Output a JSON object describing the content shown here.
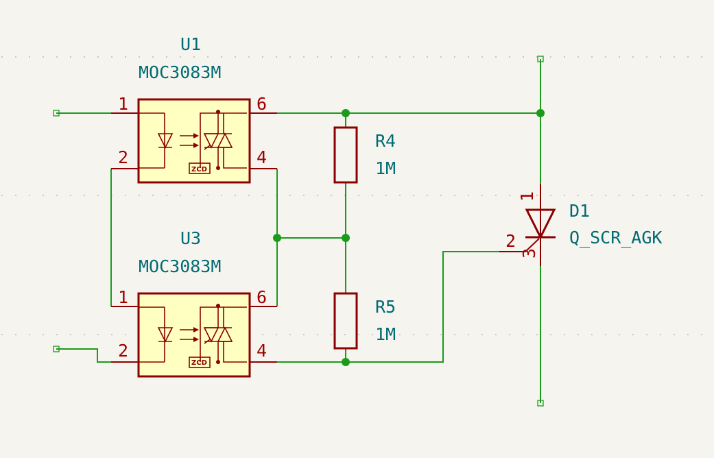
{
  "components": {
    "u1": {
      "ref": "U1",
      "value": "MOC3083M",
      "pin1": "1",
      "pin2": "2",
      "pin6": "6",
      "pin4": "4",
      "zcd": "ZCD"
    },
    "u3": {
      "ref": "U3",
      "value": "MOC3083M",
      "pin1": "1",
      "pin2": "2",
      "pin6": "6",
      "pin4": "4",
      "zcd": "ZCD"
    },
    "r4": {
      "ref": "R4",
      "value": "1M"
    },
    "r5": {
      "ref": "R5",
      "value": "1M"
    },
    "d1": {
      "ref": "D1",
      "value": "Q_SCR_AGK",
      "pin1": "1",
      "pin2": "2",
      "pin3": "3"
    }
  },
  "colors": {
    "wire": "#1a9b1a",
    "symbol": "#8b0000",
    "symbol_fill": "#ffffc2",
    "reference_text": "#006b73",
    "pin_number": "#a00000",
    "background": "#f5f4ef"
  }
}
